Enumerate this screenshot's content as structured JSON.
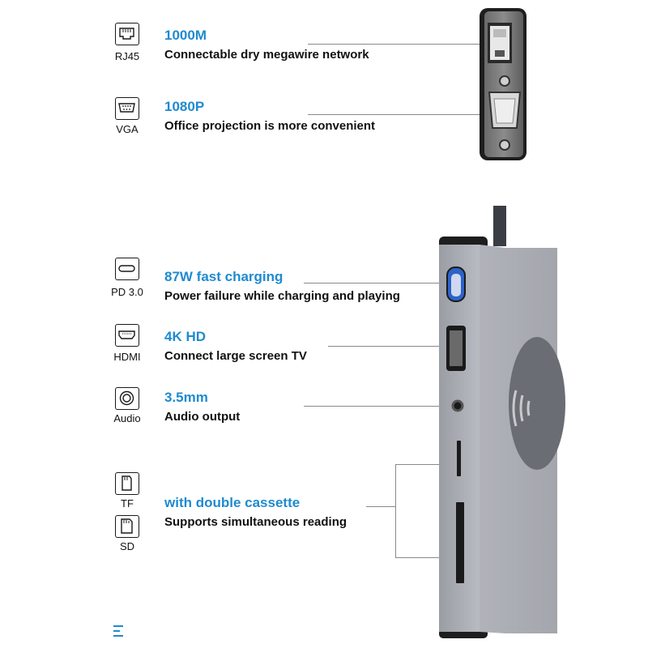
{
  "features": [
    {
      "icon": "rj45-port-icon",
      "label": "RJ45",
      "headline": "1000M",
      "description": "Connectable dry megawire network"
    },
    {
      "icon": "vga-port-icon",
      "label": "VGA",
      "headline": "1080P",
      "description": "Office projection is more convenient"
    },
    {
      "icon": "usb-c-port-icon",
      "label": "PD 3.0",
      "headline": "87W fast charging",
      "description": "Power failure while charging and playing"
    },
    {
      "icon": "hdmi-port-icon",
      "label": "HDMI",
      "headline": "4K HD",
      "description": "Connect large screen TV"
    },
    {
      "icon": "audio-jack-icon",
      "label": "Audio",
      "headline": "3.5mm",
      "description": "Audio output"
    },
    {
      "icon": "tf-card-icon",
      "label": "TF",
      "headline": "with double cassette",
      "description": "Supports simultaneous reading"
    },
    {
      "icon": "sd-card-icon",
      "label": "SD",
      "headline": "",
      "description": ""
    }
  ],
  "colors": {
    "accent": "#1f8ad0",
    "device_body": "#a9acb2",
    "device_dark": "#2b2b2b",
    "usb_c_blue": "#2d63c8"
  }
}
